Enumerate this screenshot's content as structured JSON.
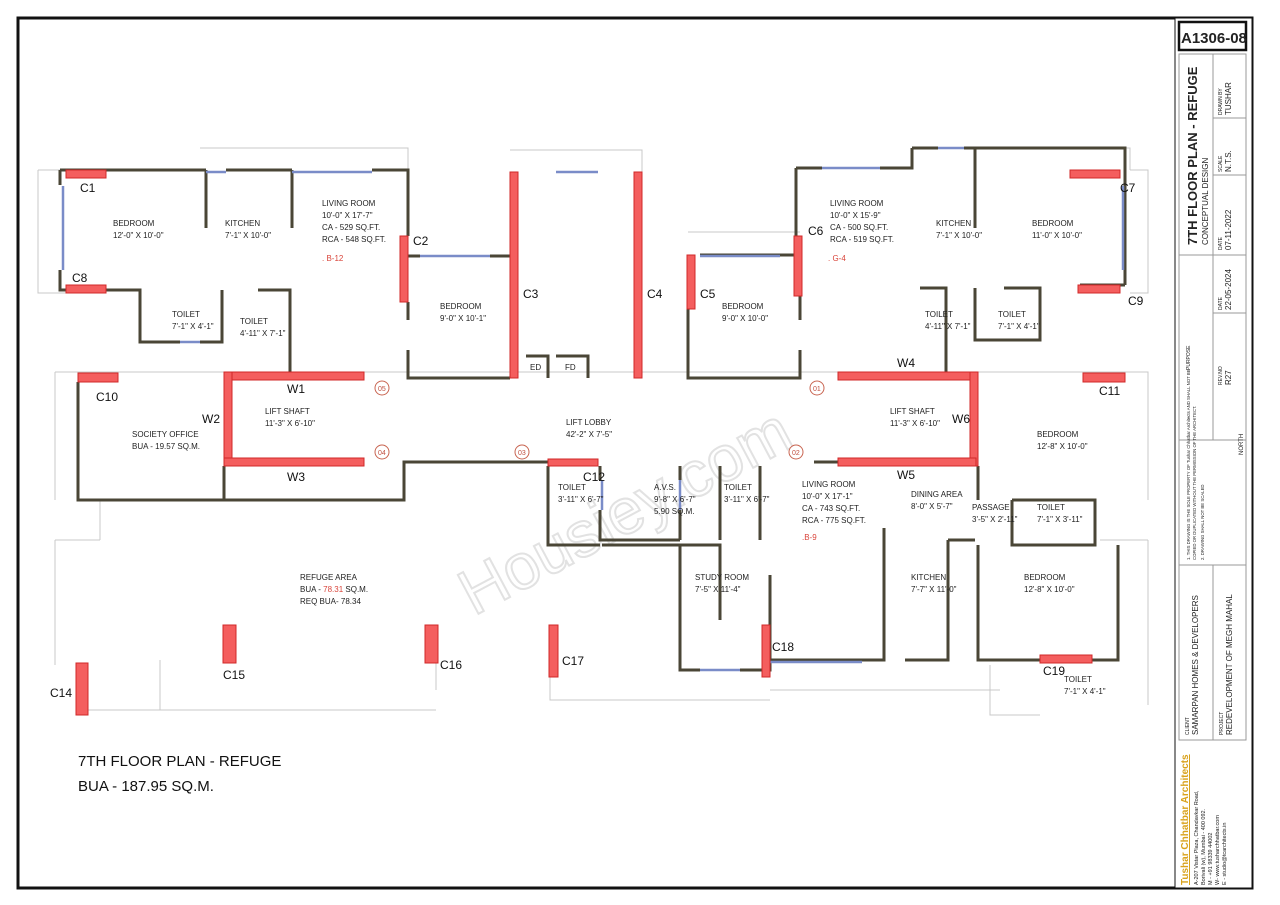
{
  "drawing_no": "A1306-08",
  "title_block": {
    "title": "7TH FLOOR PLAN - REFUGE",
    "subtitle": "CONCEPTUAL DESIGN",
    "drawn_by_label": "DRAWN BY",
    "drawn_by": "TUSHAR",
    "scale_label": "SCALE",
    "scale": "N.T.S.",
    "date_label": "DATE",
    "date": "07-11-2022",
    "rev_date_label": "DATE",
    "rev_date": "22-05-2024",
    "purpose_label": "PURPOSE",
    "rev_no_label": "REV.NO",
    "rev_no": "R27",
    "north_label": "NORTH",
    "notes": [
      "1. THIS DRAWING IS THE SOLE PROPERTY OF Tushar Chhatbar Architects AND SHALL NOT BE",
      "COPIED OR DUPLICATED WITHOUT THE PERMISSION OF THE ARCHITECT.",
      "2. DRAWING SHALL NOT BE SCALED"
    ],
    "client_label": "CLIENT",
    "client": "SAMARPAN HOMES & DEVELOPERS",
    "project_label": "PROJECT",
    "project": "REDEVELOPMENT OF MEGH MAHAL",
    "firm": "Tushar Chhatbar Architects",
    "address": [
      "A-207 Vistar Plaza, Chandavkar Road,",
      "Borivali (w), Mumbai - 400 092.",
      "M - +91 98339 44002",
      "W- www.tusharchhatbar.com",
      "E - studio@tcarchitects.in"
    ],
    "accent_color": "#d9a21b"
  },
  "plan_title": "7TH FLOOR PLAN - REFUGE",
  "plan_bua": "BUA - 187.95 SQ.M.",
  "watermark": "Housiey.com",
  "rooms": [
    {
      "lines": [
        "BEDROOM",
        "12'-0\" X 10'-0\""
      ]
    },
    {
      "lines": [
        "KITCHEN",
        "7'-1\" X 10'-0\""
      ]
    },
    {
      "lines": [
        "LIVING ROOM",
        "10'-0\" X 17'-7\"",
        "CA - 529 SQ.FT.",
        "RCA - 548 SQ.FT."
      ],
      "tag": ". B-12"
    },
    {
      "lines": [
        "BEDROOM",
        "9'-0\" X 10'-1\""
      ]
    },
    {
      "lines": [
        "TOILET",
        "7'-1\" X 4'-1\""
      ]
    },
    {
      "lines": [
        "TOILET",
        "4'-11\" X 7'-1\""
      ]
    },
    {
      "lines": [
        "BEDROOM",
        "9'-0\" X 10'-0\""
      ]
    },
    {
      "lines": [
        "LIVING ROOM",
        "10'-0\" X 15'-9\"",
        "CA - 500 SQ.FT.",
        "RCA - 519 SQ.FT."
      ],
      "tag": ". G-4"
    },
    {
      "lines": [
        "KITCHEN",
        "7'-1\" X 10'-0\""
      ]
    },
    {
      "lines": [
        "BEDROOM",
        "11'-0\" X 10'-0\""
      ]
    },
    {
      "lines": [
        "TOILET",
        "4'-11\" X 7'-1\""
      ]
    },
    {
      "lines": [
        "TOILET",
        "7'-1\" X 4'-1\""
      ]
    },
    {
      "lines": [
        "SOCIETY OFFICE",
        "BUA - 19.57 SQ.M."
      ]
    },
    {
      "lines": [
        "LIFT SHAFT",
        "11'-3\" X 6'-10\""
      ]
    },
    {
      "lines": [
        "LIFT LOBBY",
        "42'-2\" X 7'-5\""
      ]
    },
    {
      "lines": [
        "LIFT SHAFT",
        "11'-3\" X 6'-10\""
      ]
    },
    {
      "lines": [
        "BEDROOM",
        "12'-8\" X 10'-0\""
      ]
    },
    {
      "lines": [
        "TOILET",
        "3'-11\" X 6'-7\""
      ]
    },
    {
      "lines": [
        "A.V.S.",
        "9'-8\" X 6'-7\"",
        "5.90 SQ.M."
      ]
    },
    {
      "lines": [
        "TOILET",
        "3'-11\" X 6'-7\""
      ]
    },
    {
      "lines": [
        "LIVING ROOM",
        "10'-0\" X 17'-1\"",
        "CA - 743 SQ.FT.",
        "RCA - 775 SQ.FT."
      ],
      "tag": ".B-9"
    },
    {
      "lines": [
        "DINING AREA",
        "8'-0\" X 5'-7\""
      ]
    },
    {
      "lines": [
        "PASSAGE",
        "3'-5\" X 2'-11\""
      ]
    },
    {
      "lines": [
        "TOILET",
        "7'-1\" X 3'-11\""
      ]
    },
    {
      "lines": [
        "REFUGE AREA",
        "BUA - ",
        "78.31",
        " SQ.M.",
        "REQ BUA- 78.34"
      ]
    },
    {
      "lines": [
        "STUDY ROOM",
        "7'-5\" X 11'-4\""
      ]
    },
    {
      "lines": [
        "KITCHEN",
        "7'-7\" X 11'-0\""
      ]
    },
    {
      "lines": [
        "BEDROOM",
        "12'-8\" X 10'-0\""
      ]
    },
    {
      "lines": [
        "TOILET",
        "7'-1\" X 4'-1\""
      ]
    }
  ],
  "labels": {
    "c1": "C1",
    "c2": "C2",
    "c3": "C3",
    "c4": "C4",
    "c5": "C5",
    "c6": "C6",
    "c7": "C7",
    "c8": "C8",
    "c9": "C9",
    "c10": "C10",
    "c11": "C11",
    "c12": "C12",
    "c14": "C14",
    "c15": "C15",
    "c16": "C16",
    "c17": "C17",
    "c18": "C18",
    "c19": "C19",
    "w1": "W1",
    "w2": "W2",
    "w3": "W3",
    "w4": "W4",
    "w5": "W5",
    "w6": "W6",
    "ed": "ED",
    "fd": "FD"
  },
  "grid_markers": [
    "05",
    "04",
    "03",
    "02",
    "01"
  ],
  "colors": {
    "column": "#f45e5e",
    "wall": "#4a4636",
    "window": "#7a8cc8",
    "tag_red": "#d9443a"
  }
}
